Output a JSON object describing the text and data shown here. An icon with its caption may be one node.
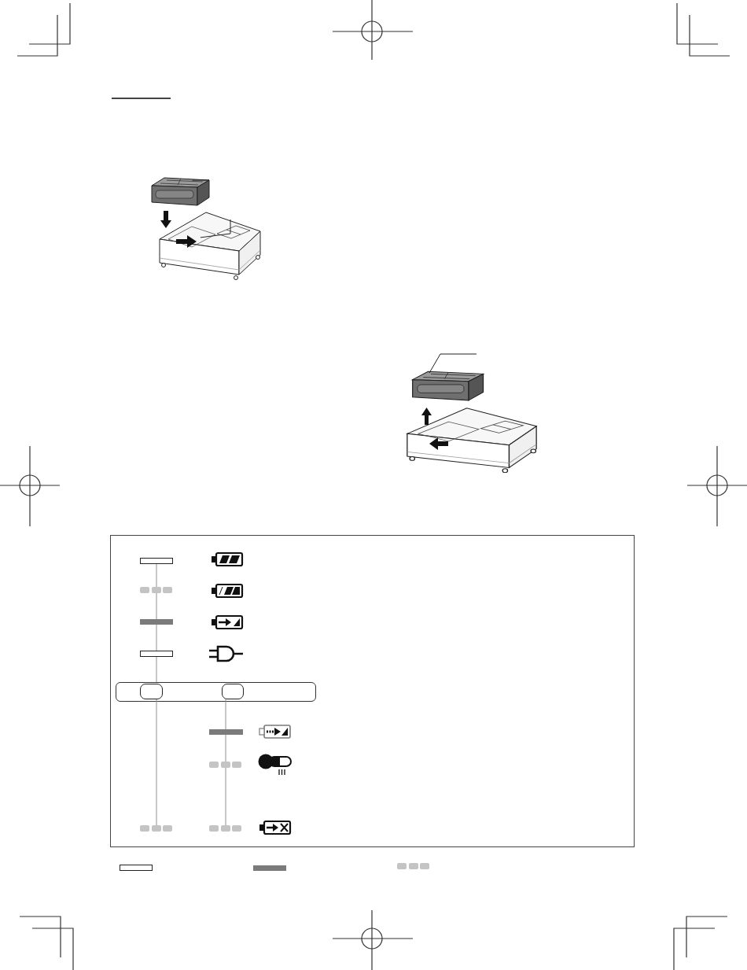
{
  "diagram": {
    "nodes": [
      {
        "text": [],
        "shape": "picture"
      },
      {
        "text": [],
        "shape": "picture"
      },
      {
        "text": [],
        "shape": "picture"
      },
      {
        "text": [],
        "shape": "picture"
      },
      {
        "text": [],
        "shape": "box"
      },
      {
        "text": [],
        "shape": "bar",
        "in": 4
      },
      {
        "text": [],
        "shape": "bar",
        "in": 4
      },
      {
        "text": [],
        "shape": "bar",
        "in": 4
      },
      {
        "text": [],
        "shape": "bar",
        "in": 4
      },
      {
        "text": [],
        "shape": "box",
        "in": 4
      },
      {
        "text": [],
        "shape": "box",
        "in": 9
      },
      {
        "text": [],
        "shape": "box",
        "in": 9
      },
      {
        "text": [],
        "shape": "bar",
        "in": 4
      },
      {
        "text": [],
        "shape": "bar",
        "in": 4
      },
      {
        "text": [],
        "shape": "bar",
        "in": 4
      },
      {
        "text": [],
        "shape": "bar",
        "in": 4
      },
      {
        "text": [],
        "shape": "bar"
      },
      {
        "text": [],
        "shape": "bar"
      },
      {
        "text": [],
        "shape": "bar"
      }
    ],
    "edges": [
      {
        "from": null,
        "to": 0,
        "arrow": "none",
        "color": "#222222"
      },
      {
        "from": null,
        "to": 1,
        "arrow": "none",
        "color": "#222222"
      },
      {
        "from": null,
        "to": 2,
        "arrow": "none",
        "color": "#222222"
      },
      {
        "from": 5,
        "to": 6,
        "arrow": "none"
      },
      {
        "from": 6,
        "to": 7,
        "arrow": "none"
      },
      {
        "from": 7,
        "to": 8,
        "arrow": "none"
      },
      {
        "from": 8,
        "to": 9,
        "arrow": "none"
      },
      {
        "from": 10,
        "to": 14,
        "arrow": "none"
      },
      {
        "from": 11,
        "to": 12,
        "arrow": "none"
      },
      {
        "from": 12,
        "to": 13,
        "arrow": "none"
      },
      {
        "from": 13,
        "to": 15,
        "arrow": "none"
      }
    ]
  }
}
